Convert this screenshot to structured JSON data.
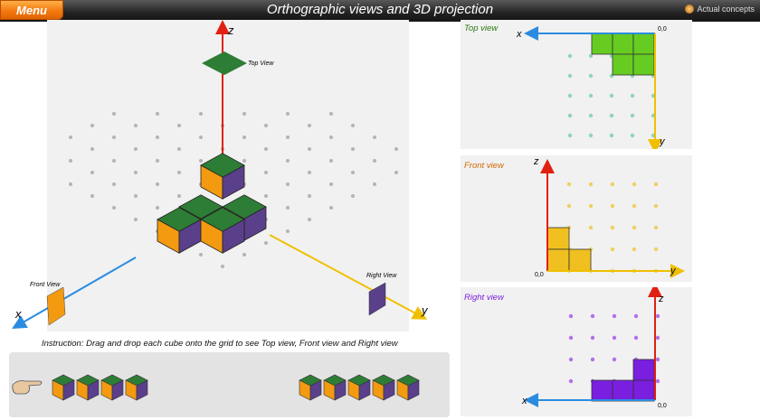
{
  "header": {
    "menu_label": "Menu",
    "title": "Orthographic views and 3D projection",
    "brand": "Actual concepts"
  },
  "main_view": {
    "axis_z": "z",
    "axis_x": "x",
    "axis_y": "y",
    "top_view_label": "Top View",
    "front_view_label": "Front View",
    "right_view_label": "Right View"
  },
  "instruction": "Instruction: Drag and drop each cube onto the grid to see Top view, Front view and Right view",
  "top_view": {
    "title": "Top view",
    "axis_x": "x",
    "axis_y": "y",
    "origin": "0,0",
    "color": "#66cc22"
  },
  "front_view": {
    "title": "Front view",
    "axis_z": "z",
    "axis_y": "y",
    "origin": "0,0",
    "color": "#f0c020"
  },
  "right_view": {
    "title": "Right view",
    "axis_z": "z",
    "axis_x": "x",
    "origin": "0,0",
    "color": "#7a1ee0"
  },
  "colors": {
    "top_face": "#2e7d36",
    "front_face": "#f39a10",
    "side_face": "#5a3f8a",
    "axis_z": "#e02010",
    "axis_x": "#2a8ce0",
    "axis_y": "#f0c000",
    "title_top": "#2a7a12",
    "title_front": "#d06a00",
    "title_right": "#7a1ee0"
  },
  "tray": {
    "hand_icon": "pointing-hand",
    "left_cubes": 4,
    "right_cubes": 5
  }
}
